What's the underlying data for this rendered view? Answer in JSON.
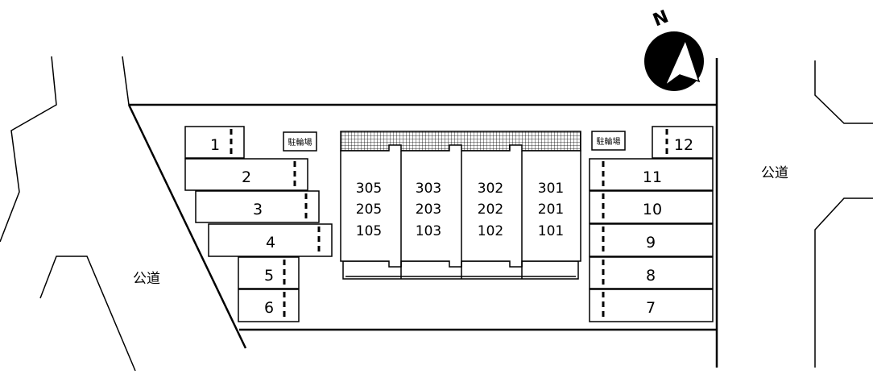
{
  "compass": {
    "label": "N"
  },
  "roads": {
    "left_label": "公道",
    "right_label": "公道"
  },
  "bike_parking": {
    "left_label": "駐輪場",
    "right_label": "駐輪場"
  },
  "parking": {
    "left": [
      "1",
      "2",
      "3",
      "4",
      "5",
      "6"
    ],
    "right": [
      "12",
      "11",
      "10",
      "9",
      "8",
      "7"
    ]
  },
  "building": {
    "columns": [
      [
        "305",
        "205",
        "105"
      ],
      [
        "303",
        "203",
        "103"
      ],
      [
        "302",
        "202",
        "102"
      ],
      [
        "301",
        "201",
        "101"
      ]
    ]
  }
}
